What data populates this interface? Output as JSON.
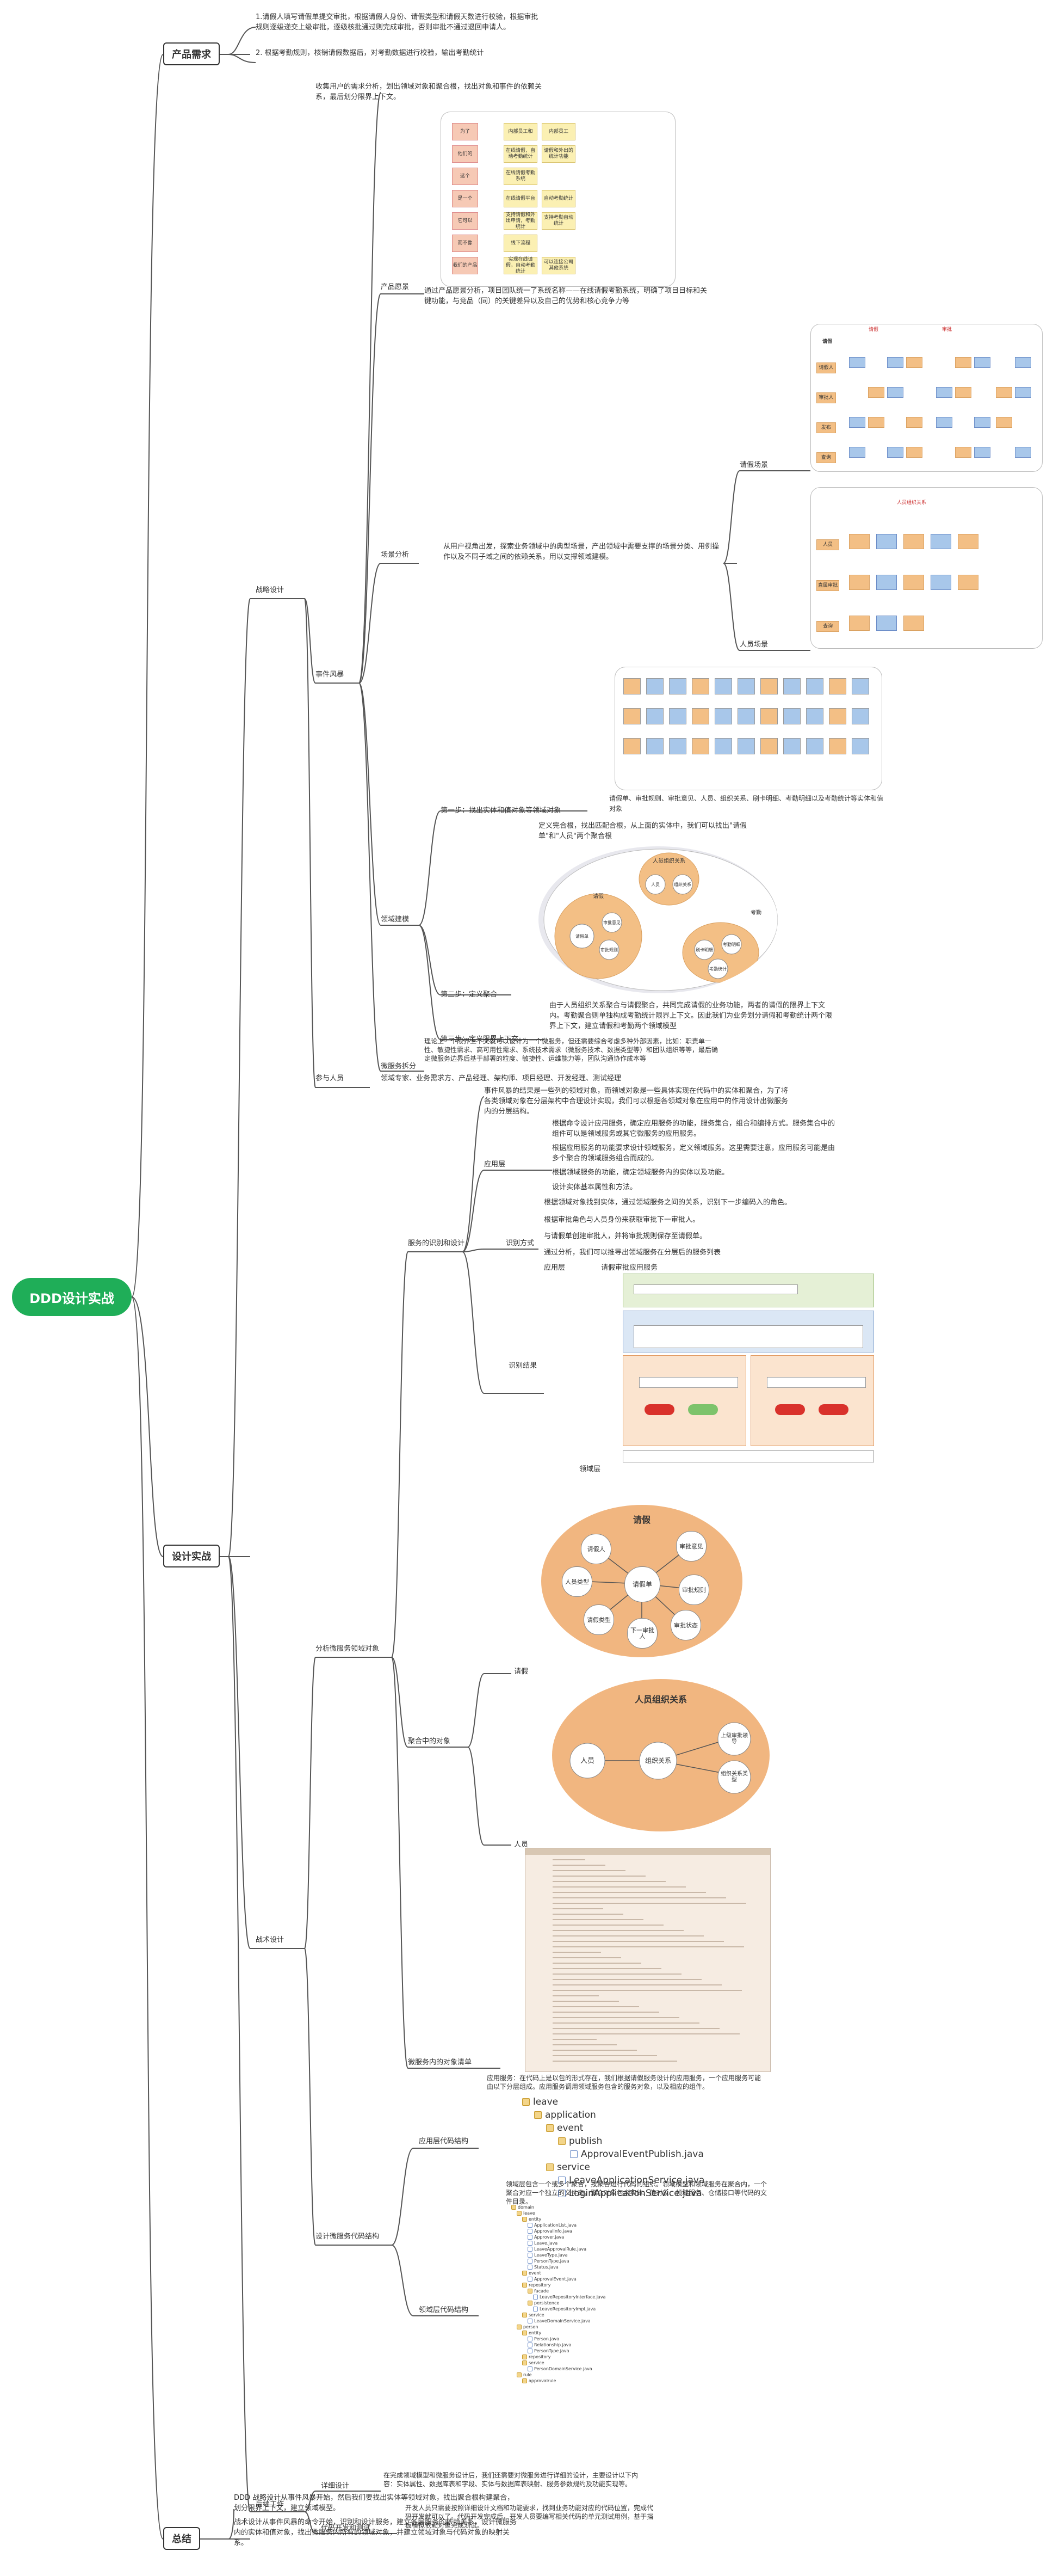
{
  "root": {
    "label": "DDD设计实战"
  },
  "l1": {
    "product": "产品需求",
    "design": "设计实战",
    "summary": "总结"
  },
  "product": {
    "req1": "1.请假人填写请假单提交审批，根据请假人身份、请假类型和请假天数进行校验，根据审批规则逐级递交上级审批，逐级核批通过则完成审批，否则审批不通过退回申请人。",
    "req2": "2. 根据考勤规则，核销请假数据后，对考勤数据进行校验，输出考勤统计"
  },
  "design": {
    "strategic": "战略设计",
    "tactical": "战术设计",
    "followup": "后续工作",
    "events": "事件风暴",
    "participants": "参与人员",
    "participants_text": "领域专家、业务需求方、产品经理、架构师、项目经理、开发经理、测试经理",
    "events_intro": "收集用户的需求分析，划出领域对象和聚合根，找出对象和事件的依赖关系，最后划分限界上下文。",
    "product_vision": "产品愿景",
    "vision_text": "通过产品愿景分析，项目团队统一了系统名称——在线请假考勤系统，明确了项目目标和关键功能，与竞品（同）的关键差异以及自己的优势和核心竞争力等",
    "vision_rows": [
      {
        "k": "为了",
        "a": "内部员工和",
        "b": "内部员工"
      },
      {
        "k": "他们的",
        "a": "在线请假，自动考勤统计",
        "b": "请假和外出的统计功能"
      },
      {
        "k": "这个",
        "a": "在线请假考勤系统",
        "b": ""
      },
      {
        "k": "是一个",
        "a": "在线请假平台",
        "b": "自动考勤统计"
      },
      {
        "k": "它可以",
        "a": "支持请假和外出申请，考勤统计",
        "b": "支持考勤自动统计"
      },
      {
        "k": "而不像",
        "a": "线下流程",
        "b": ""
      },
      {
        "k": "我们的产品",
        "a": "实现在线请假，自动考勤统计",
        "b": "可以连接公司其他系统"
      }
    ],
    "scenario": "场景分析",
    "scenario_text": "从用户视角出发，探索业务领域中的典型场景，产出领域中需要支撑的场景分类、用例操作以及不同子域之间的依赖关系，用以支撑领域建模。",
    "leave_scenario": "请假场景",
    "person_scenario": "人员场景",
    "leave_swim_title": "请假",
    "approve_swim_title": "审批",
    "person_swim_title": "人员组织关系",
    "leave_roles": [
      "请假人",
      "审批人",
      "发布",
      "查询"
    ],
    "person_roles": [
      "人员",
      "直属审批",
      "查询"
    ],
    "modeling": "领域建模",
    "step1": "第一步：找出实体和值对象等领域对象",
    "step1_text": "请假单、审批规则、审批意见、人员、组织关系、刷卡明细、考勤明细以及考勤统计等实体和值对象",
    "step2": "第二步：定义聚合",
    "step2_text": "定义完合根，找出匹配合根，从上面的实体中，我们可以找出\"请假单\"和\"人员\"两个聚合根",
    "step3": "第三步：定义限界上下文",
    "step3_text": "由于人员组织关系聚合与请假聚合，共同完成请假的业务功能，两者的请假的限界上下文内。考勤聚合则单独构成考勤统计限界上下文。因此我们为业务划分请假和考勤统计两个限界上下文，建立请假和考勤两个领域模型",
    "agg_person": "人员组织关系",
    "agg_leave": "请假",
    "agg_attendance": "考勤",
    "agg_leave_items": [
      "请假单",
      "审批意见",
      "审批规则"
    ],
    "agg_person_items": [
      "人员",
      "组织关系"
    ],
    "agg_att_items": [
      "刷卡明细",
      "考勤明细",
      "考勤统计"
    ],
    "microservice": "微服务拆分",
    "microservice_text": "理论上一个限界上下文就可以设计为一个微服务，但还需要综合考虑多种外部因素，比如：职责单一性、敏捷性需求、高可用性需求、系统技术需求（微服务技术、数据类型等）和团队组织等等，最后确定微服务边界后基于部署的粒度、敏捷性、运维能力等，团队沟通协作成本等"
  },
  "tactical": {
    "analyze": "分析微服务领域对象",
    "design_domain": "服务的识别和设计",
    "design_text": "事件风暴的结果是一些列的领域对象，而领域对象是一些具体实现在代码中的实体和聚合，为了将各类领域对象在分层架构中合理设计实现，我们可以根据各领域对象在应用中的作用设计出微服务内的分层结构。",
    "app_layer": "应用层",
    "app_items": [
      "根据命令设计应用服务，确定应用服务的功能，服务集合，组合和编排方式。服务集合中的组件可以是领域服务或其它微服务的应用服务。",
      "根据应用服务的功能要求设计领域服务，定义领域服务。这里需要注意，应用服务可能是由多个聚合的领域服务组合而成的。",
      "根据领域服务的功能，确定领域服务内的实体以及功能。",
      "设计实体基本属性和方法。"
    ],
    "domain_layer": "识别方式",
    "domain_items": [
      "根据领域对象找到实体，通过领域服务之间的关系，识别下一步编码入的角色。",
      "根据审批角色与人员身份来获取审批下一审批人。",
      "与请假单创建审批人，并将审批规则保存至请假单。",
      "通过分析，我们可以推导出领域服务在分层后的服务列表"
    ],
    "app_service_label": "应用层",
    "app_service_text": "请假审批应用服务",
    "domain_result": "识别结果",
    "domain_result_sub": "领域层",
    "agg_leave_title": "请假",
    "agg_leave_center": "请假单",
    "agg_leave_nodes": [
      "请假人",
      "审批意见",
      "审批规则",
      "审批状态",
      "请假类型",
      "人员类型",
      "下一审批人"
    ],
    "agg_person_title": "人员组织关系",
    "agg_person_nodes": [
      "人员",
      "组织关系",
      "上级审批领导",
      "组织关系类型"
    ],
    "agg_leave_scene": "请假",
    "agg_person_scene": "人员",
    "agg_in_micro": "聚合中的对象",
    "mapping_label": "微服务内的对象清单",
    "code_design": "设计微服务代码结构",
    "app_code": "应用层代码结构",
    "domain_code": "领域层代码结构",
    "app_code_text": "应用服务：在代码上是以包的形式存在，我们根据请假服务设计的应用服务，一个应用服务可能由以下分层组成。应用服务调用领域服务包含的服务对象，以及相应的组件。",
    "domain_code_text": "领域层包含一个或多个聚合，按聚合进行代码的组织。领域模型和领域服务在聚合内，一个聚合对应一个独立的文件夹，聚合对象包含实体、值对象、领域服务、仓储接口等代码的文件目录。",
    "tree": [
      {
        "level": 0,
        "name": "leave",
        "type": "folder"
      },
      {
        "level": 1,
        "name": "application",
        "type": "folder"
      },
      {
        "level": 2,
        "name": "event",
        "type": "folder"
      },
      {
        "level": 3,
        "name": "publish",
        "type": "folder"
      },
      {
        "level": 4,
        "name": "ApprovalEventPublish.java",
        "type": "file"
      },
      {
        "level": 2,
        "name": "service",
        "type": "folder"
      },
      {
        "level": 3,
        "name": "LeaveApplicationService.java",
        "type": "file"
      },
      {
        "level": 3,
        "name": "LoginApplicationService.java",
        "type": "file"
      }
    ],
    "domain_tree": [
      "domain",
      "leave",
      "entity",
      "ApplicationList.java",
      "ApprovalInfo.java",
      "Approver.java",
      "Leave.java",
      "LeaveApprovalRule.java",
      "LeaveType.java",
      "PersonType.java",
      "Status.java",
      "event",
      "ApprovalEvent.java",
      "repository",
      "facade",
      "LeaveRepositoryInterface.java",
      "persistence",
      "LeaveRepositoryImpl.java",
      "service",
      "LeaveDomainService.java",
      "person",
      "entity",
      "Person.java",
      "Relationship.java",
      "PersonType.java",
      "repository",
      "service",
      "PersonDomainService.java",
      "rule",
      "approvalrule"
    ]
  },
  "followup": {
    "detail": "详细设计",
    "detail_text": "在完成领域模型和微服务设计后，我们还需要对微服务进行详细的设计，主要设计以下内容：实体属性、数据库表和字段、实体与数据库表映射、服务参数规约及功能实现等。",
    "code": "代码开发和测试",
    "code_text": "开发人员只需要按照详细设计文档和功能要求，找到业务功能对应的代码位置，完成代码开发就可以了。代码开发完成后，开发人员要编写相关代码的单元测试用例，基于挡板模拟依赖对象完成测试。"
  },
  "summary": {
    "text1": "DDD 战略设计从事件风暴开始，然后我们要找出实体等领域对象，找出聚合根构建聚合，划分限界上下文，建立领域模型。",
    "text2": "战术设计从事件风暴的命令开始，识别和设计服务，建立各层服务的依赖关系，设计微服务内的实体和值对象，找出微服务内所有的领域对象，并建立领域对象与代码对象的映射关系。"
  },
  "colors": {
    "root": "#1fae58",
    "orange": "#f3bf85",
    "blue": "#a8c7ea",
    "yellow": "#f9eaa8",
    "red": "#d9312b"
  }
}
